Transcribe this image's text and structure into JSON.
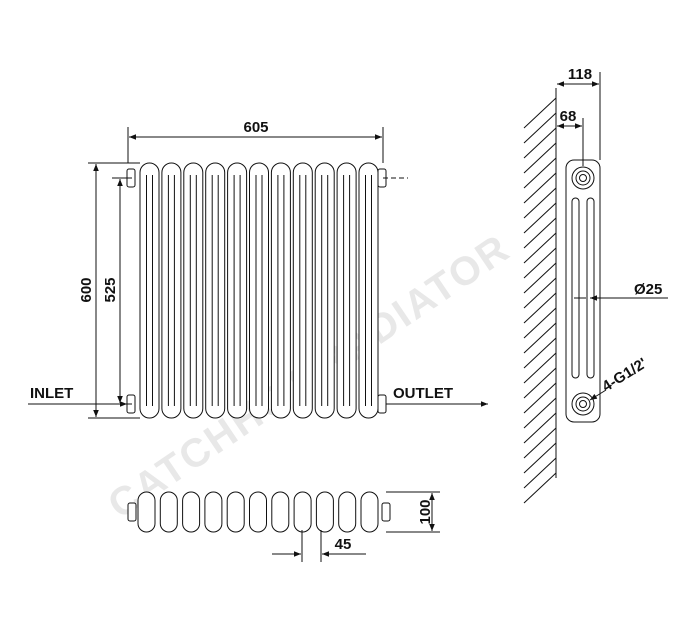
{
  "watermark": "CATCHHOT RADIATOR",
  "labels": {
    "width_605": "605",
    "height_600": "600",
    "height_525": "525",
    "inlet": "INLET",
    "outlet": "OUTLET",
    "depth_118": "118",
    "depth_68": "68",
    "diameter_25": "Ø25",
    "thread": "4-G1/2'",
    "plan_100": "100",
    "pitch_45": "45"
  },
  "radiator": {
    "columns": 11
  }
}
